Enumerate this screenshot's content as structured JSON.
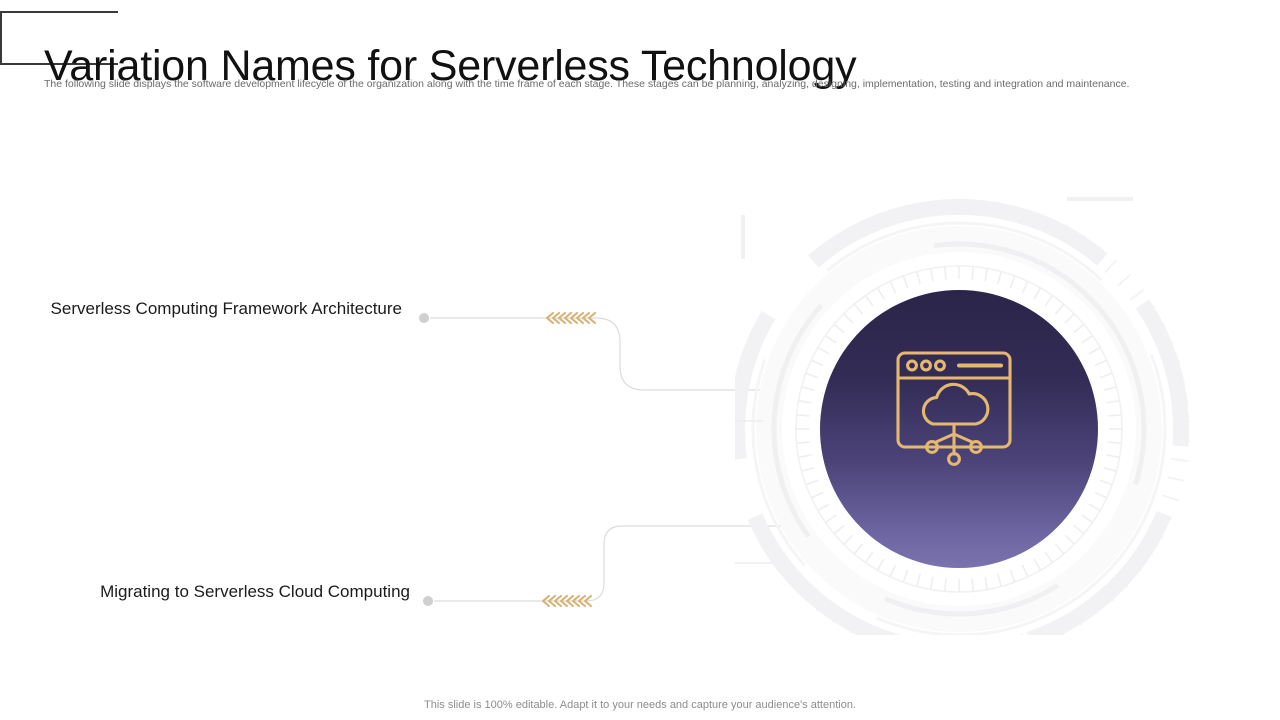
{
  "header": {
    "title": "Variation Names for Serverless Technology",
    "subtitle": "The following  slide displays the software  development  lifecycle of the organization  along with the time frame of each stage. These stages can be planning,  analyzing, designing, implementation, testing and integration and maintenance."
  },
  "nodes": [
    {
      "id": "node-1",
      "label": "Serverless Computing Framework Architecture"
    },
    {
      "id": "node-2",
      "label": "Migrating to Serverless Cloud Computing"
    }
  ],
  "hub": {
    "icon_name": "cloud-browser-network-icon",
    "icon_color": "#e4b870",
    "gradient_top": "#2b2549",
    "gradient_bottom": "#7a73ad",
    "ring_color": "#f0f0f2"
  },
  "connector": {
    "chevron_color": "#d7b274",
    "chevron_count": 8,
    "line_color": "#d8d8d8",
    "dot_color": "#cfcfcf"
  },
  "footer": {
    "note": "This slide is 100% editable. Adapt it to your needs and capture your audience's attention."
  }
}
